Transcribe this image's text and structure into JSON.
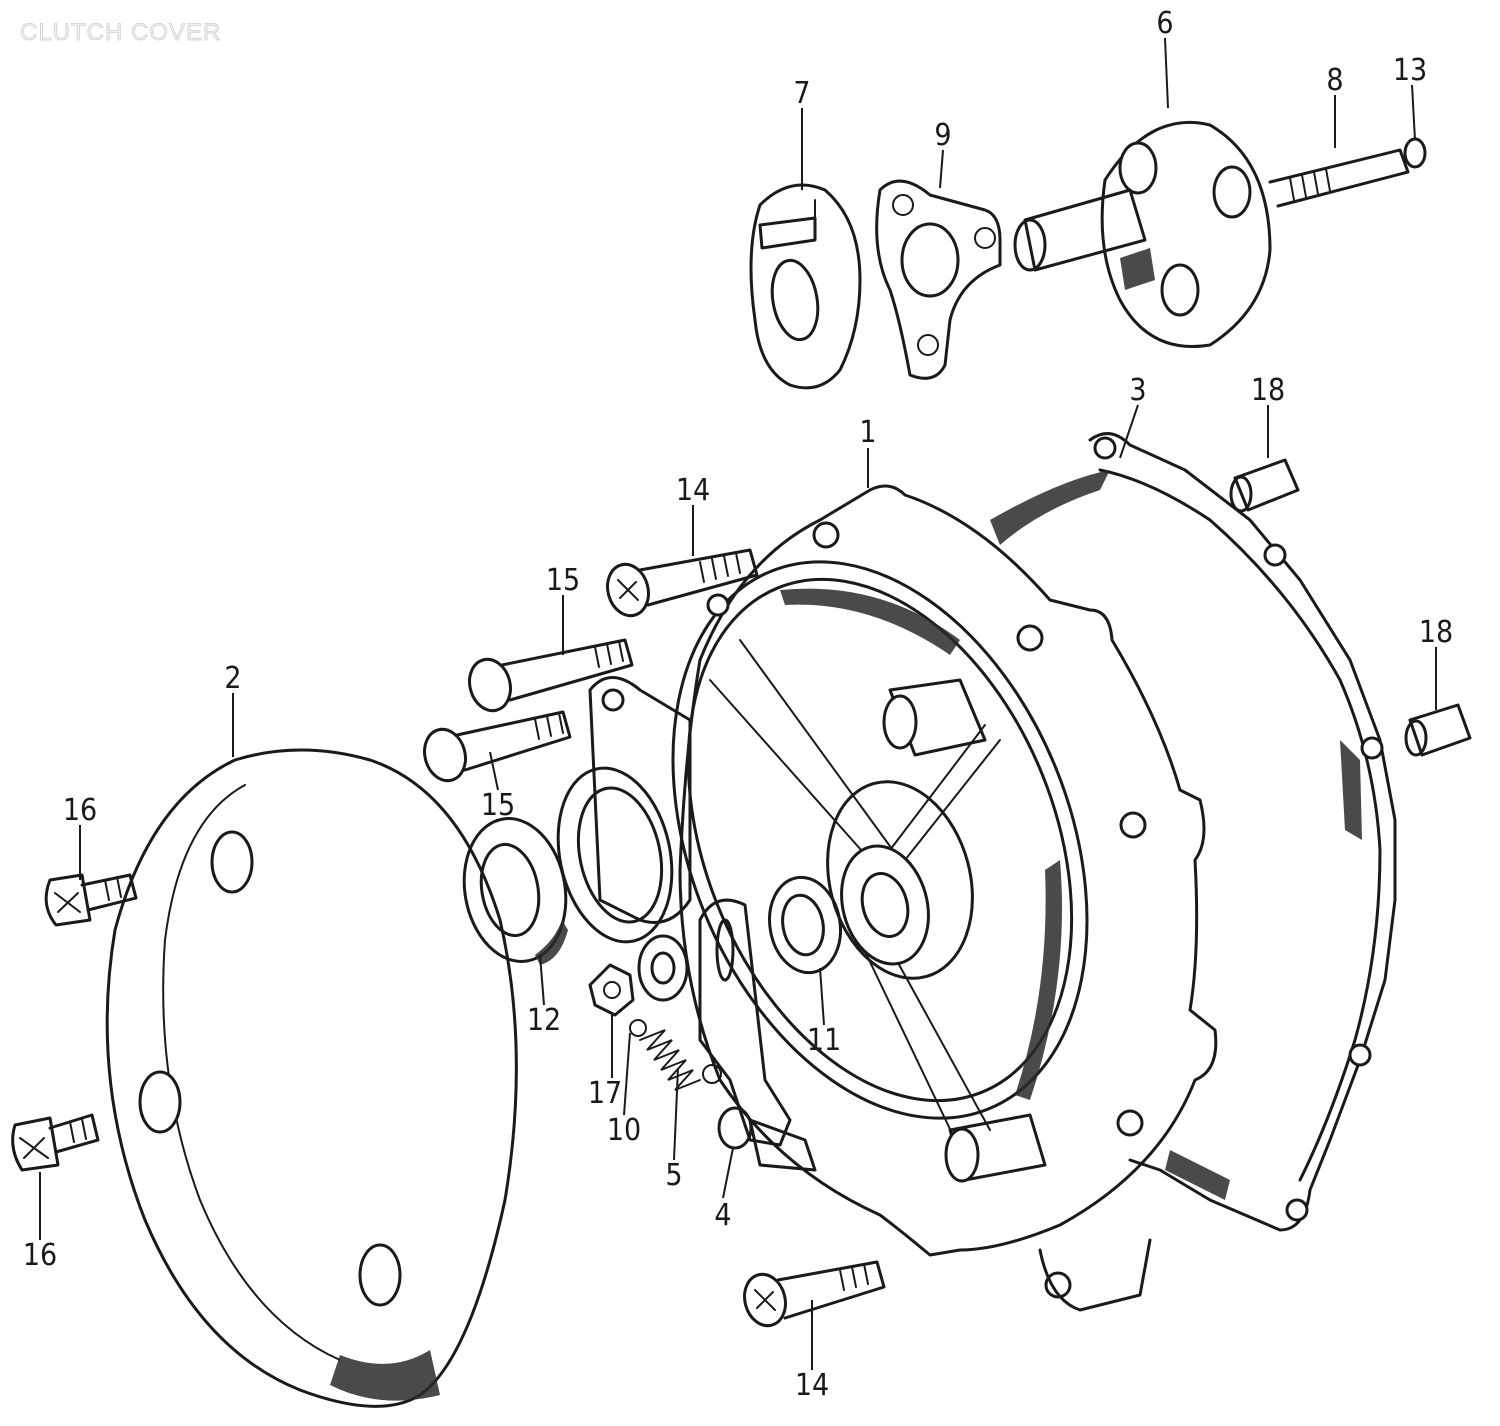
{
  "title": "CLUTCH COVER",
  "part_numbers": {
    "p1": "1",
    "p2": "2",
    "p3": "3",
    "p4": "4",
    "p5": "5",
    "p6": "6",
    "p7": "7",
    "p8": "8",
    "p9": "9",
    "p10": "10",
    "p11": "11",
    "p12": "12",
    "p13": "13",
    "p14_top": "14",
    "p14_bottom": "14",
    "p15_top": "15",
    "p15_bottom": "15",
    "p16_top": "16",
    "p16_bottom": "16",
    "p17": "17",
    "p18_top": "18",
    "p18_right": "18"
  }
}
